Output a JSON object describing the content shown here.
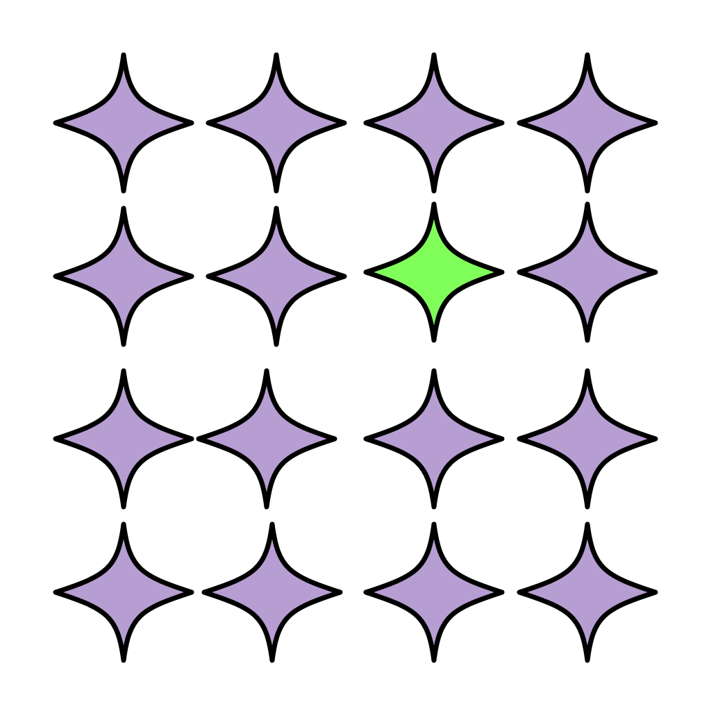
{
  "colors": {
    "background": "#ffffff",
    "outline": "#000000",
    "star_default": "#b79ed2",
    "star_highlight": "#80ff5a"
  },
  "grid": {
    "rows": 4,
    "columns": 4,
    "items": [
      {
        "row": 1,
        "col": 1,
        "shape": "four-point-star",
        "fill": "star_default"
      },
      {
        "row": 1,
        "col": 2,
        "shape": "four-point-star",
        "fill": "star_default"
      },
      {
        "row": 1,
        "col": 3,
        "shape": "four-point-star",
        "fill": "star_default"
      },
      {
        "row": 1,
        "col": 4,
        "shape": "four-point-star",
        "fill": "star_default"
      },
      {
        "row": 2,
        "col": 1,
        "shape": "four-point-star",
        "fill": "star_default"
      },
      {
        "row": 2,
        "col": 2,
        "shape": "four-point-star",
        "fill": "star_default"
      },
      {
        "row": 2,
        "col": 3,
        "shape": "four-point-star",
        "fill": "star_highlight"
      },
      {
        "row": 2,
        "col": 4,
        "shape": "four-point-star",
        "fill": "star_default"
      },
      {
        "row": 3,
        "col": 1,
        "shape": "four-point-star",
        "fill": "star_default"
      },
      {
        "row": 3,
        "col": 2,
        "shape": "four-point-star",
        "fill": "star_default"
      },
      {
        "row": 3,
        "col": 3,
        "shape": "four-point-star",
        "fill": "star_default"
      },
      {
        "row": 3,
        "col": 4,
        "shape": "four-point-star",
        "fill": "star_default"
      },
      {
        "row": 4,
        "col": 1,
        "shape": "four-point-star",
        "fill": "star_default"
      },
      {
        "row": 4,
        "col": 2,
        "shape": "four-point-star",
        "fill": "star_default"
      },
      {
        "row": 4,
        "col": 3,
        "shape": "four-point-star",
        "fill": "star_default"
      },
      {
        "row": 4,
        "col": 4,
        "shape": "four-point-star",
        "fill": "star_default"
      }
    ]
  }
}
